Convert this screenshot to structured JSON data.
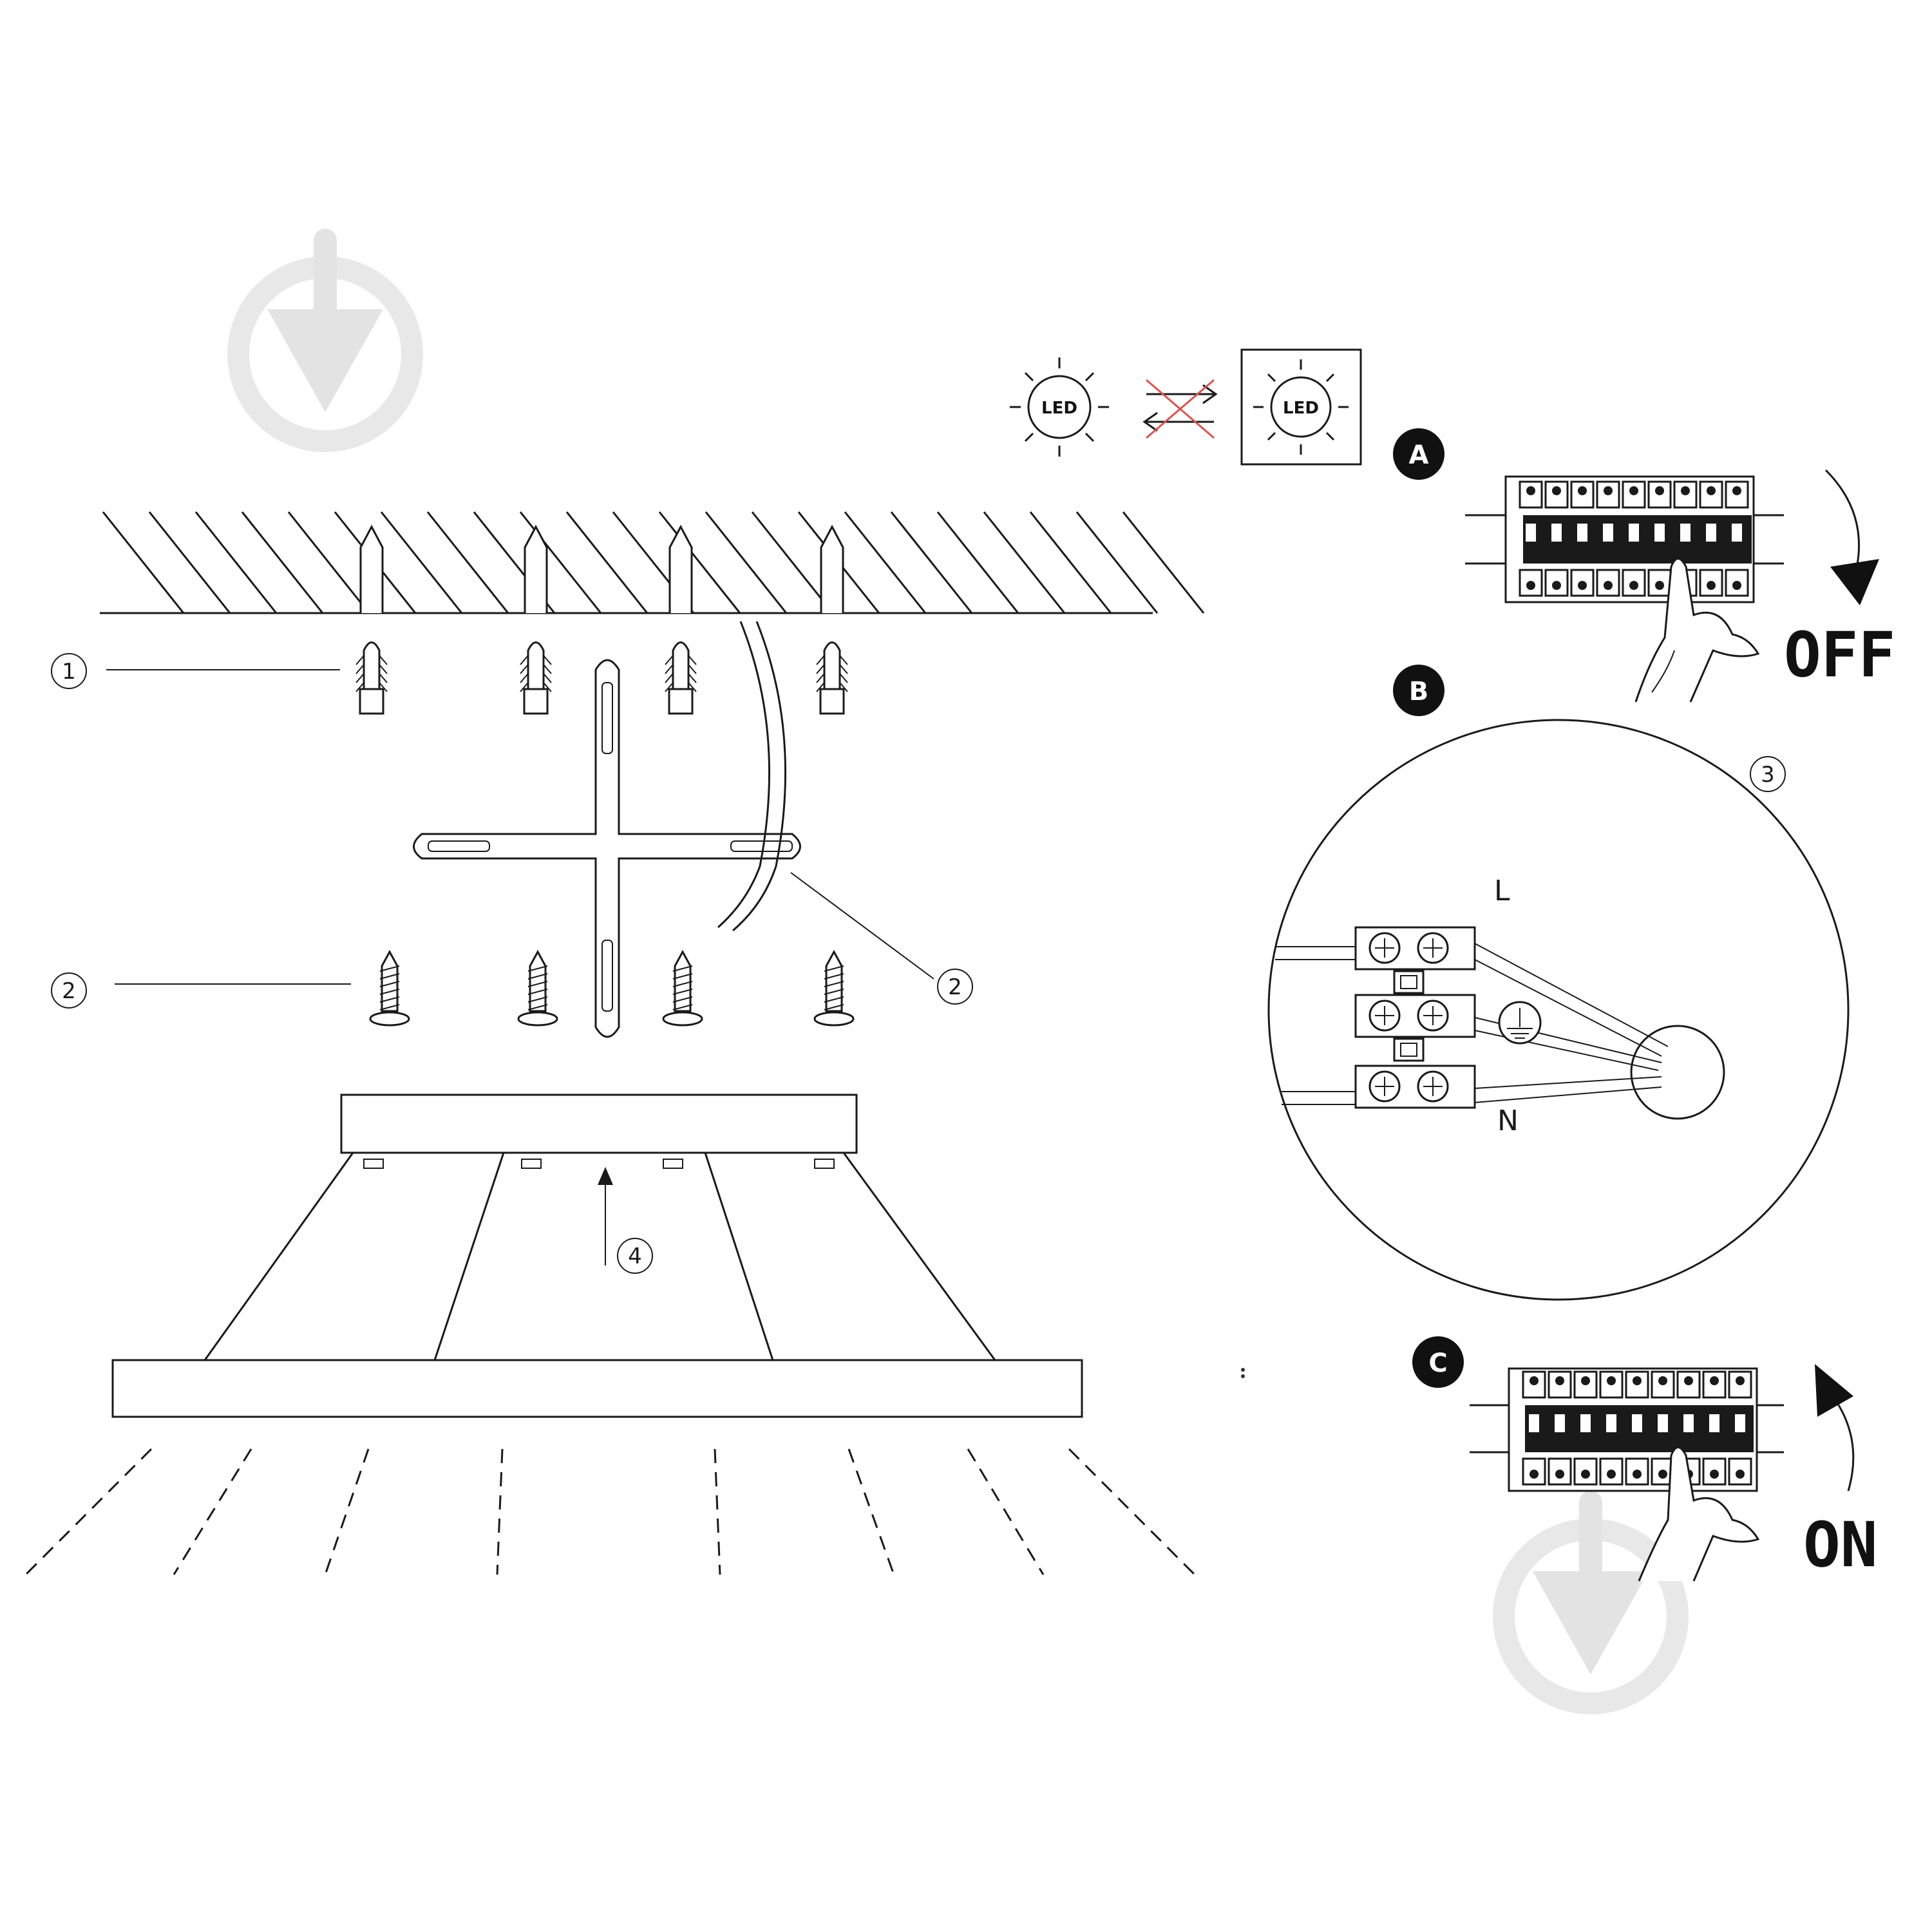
{
  "callouts": {
    "c1": "1",
    "c2_left": "2",
    "c2_right": "2",
    "c3": "3",
    "c4": "4"
  },
  "led_icons": {
    "led_plain": "LED",
    "led_boxed": "LED"
  },
  "steps": {
    "a": "A",
    "b": "B",
    "c": "C"
  },
  "switch_labels": {
    "off": "OFF",
    "on": "ON"
  },
  "wiring_labels": {
    "live": "L",
    "neutral": "N"
  },
  "icons": [
    "sun-led-icon",
    "crossed-arrows-icon",
    "ground-symbol-icon",
    "hand-pointer-icon",
    "curved-arrow-icon",
    "watermark-logo-icon"
  ],
  "colors": {
    "line": "#1a1a1a",
    "cross_red": "#d9534f",
    "watermark": "#e6e6e6"
  }
}
